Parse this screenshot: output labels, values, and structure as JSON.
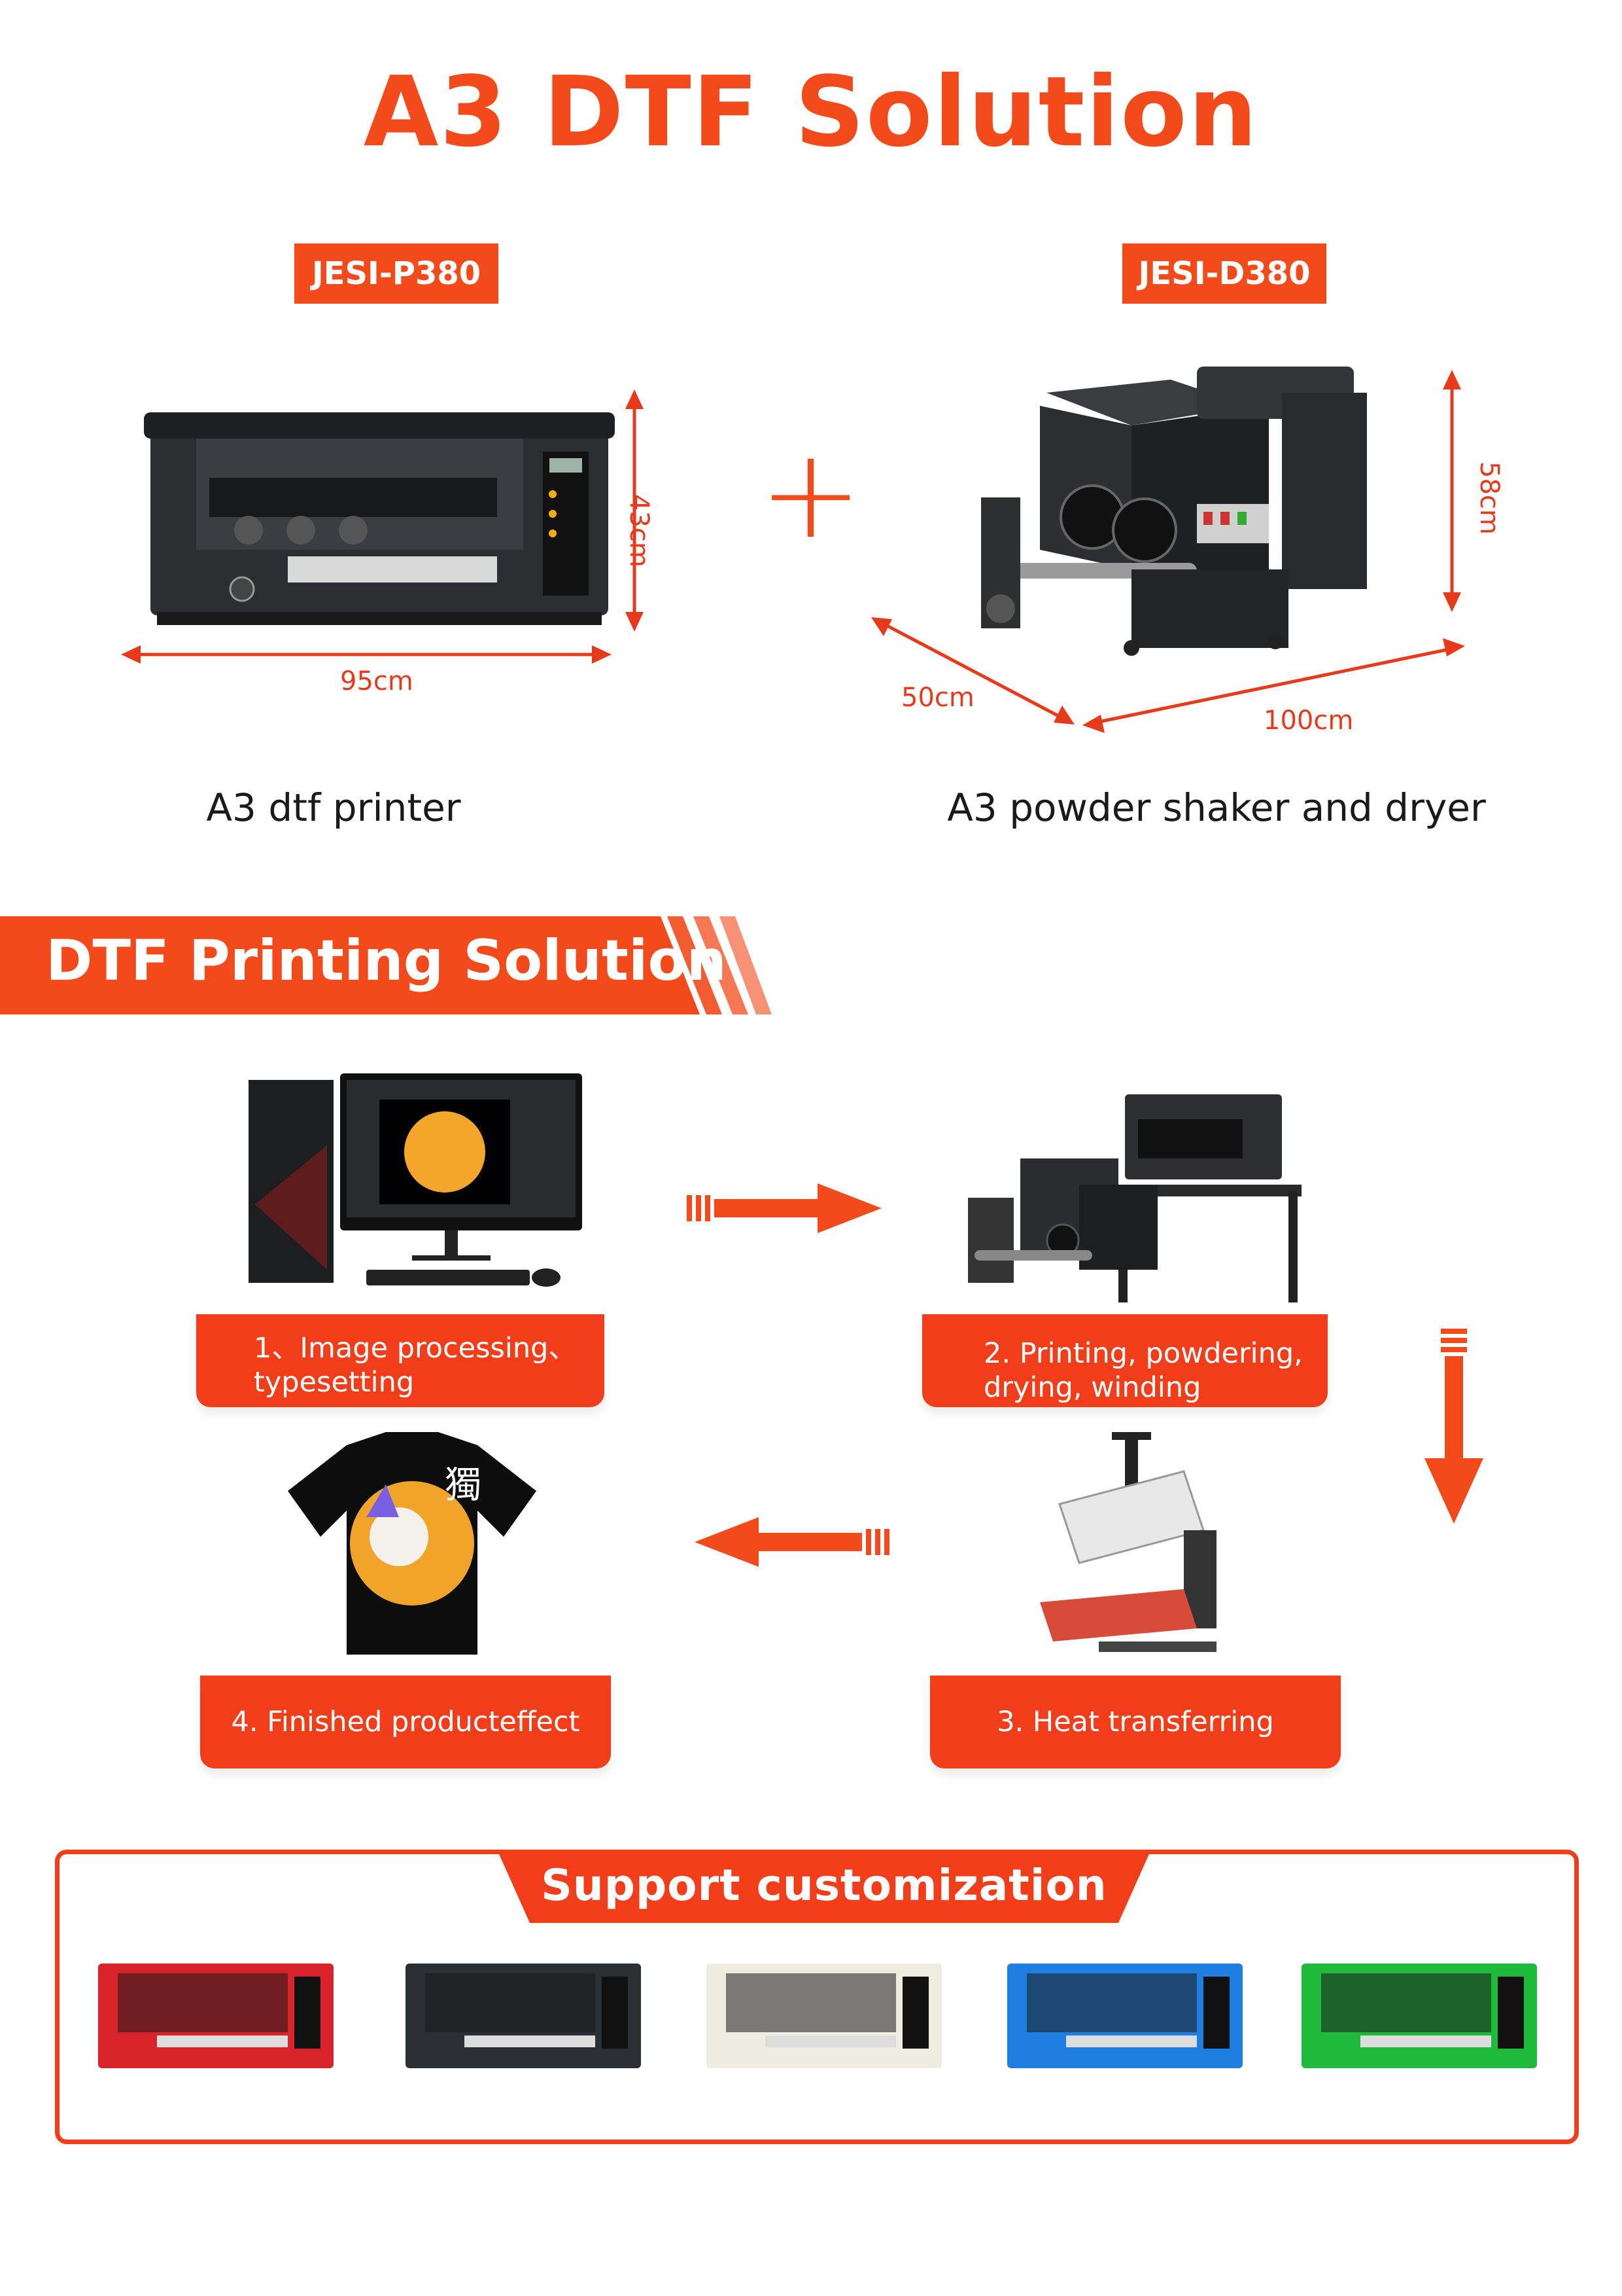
{
  "page": {
    "title": "A3 DTF Solution"
  },
  "products": [
    {
      "model": "JESI-P380",
      "caption": "A3 dtf printer",
      "dims": {
        "height": "43cm",
        "width": "95cm"
      }
    },
    {
      "model": "JESI-D380",
      "caption": "A3 powder shaker and dryer",
      "dims": {
        "height": "58cm",
        "depth": "50cm",
        "width": "100cm"
      }
    }
  ],
  "plus_symbol": "+",
  "solution": {
    "banner": "DTF Printing Solution",
    "steps": [
      {
        "label": "1、Image processing、\ntypesetting"
      },
      {
        "label": "2. Printing, powdering,\ndrying, winding"
      },
      {
        "label": "3. Heat transferring"
      },
      {
        "label": "4. Finished producteffect"
      }
    ]
  },
  "customization": {
    "title": "Support  customization",
    "colors": [
      "#d9232b",
      "#2c2f33",
      "#efece2",
      "#1f7fe0",
      "#1fba3c"
    ]
  },
  "colors": {
    "accent": "#f24a1b"
  }
}
